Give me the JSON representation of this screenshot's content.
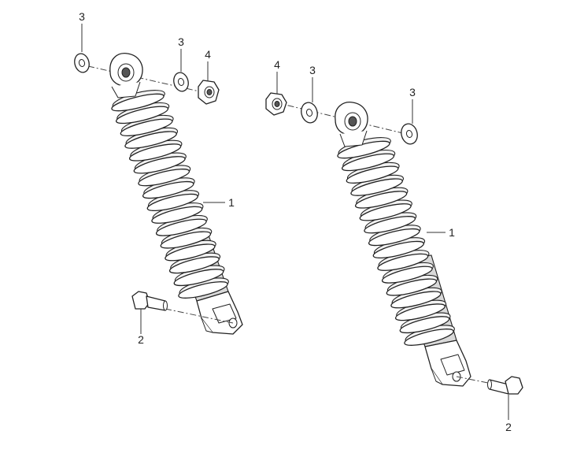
{
  "callouts": {
    "washer_left_top": "3",
    "washer_left_mid": "3",
    "nut_left": "4",
    "shock_left": "1",
    "bolt_left": "2",
    "nut_right": "4",
    "washer_right_mid": "3",
    "washer_right_top": "3",
    "shock_right": "1",
    "bolt_right": "2"
  }
}
